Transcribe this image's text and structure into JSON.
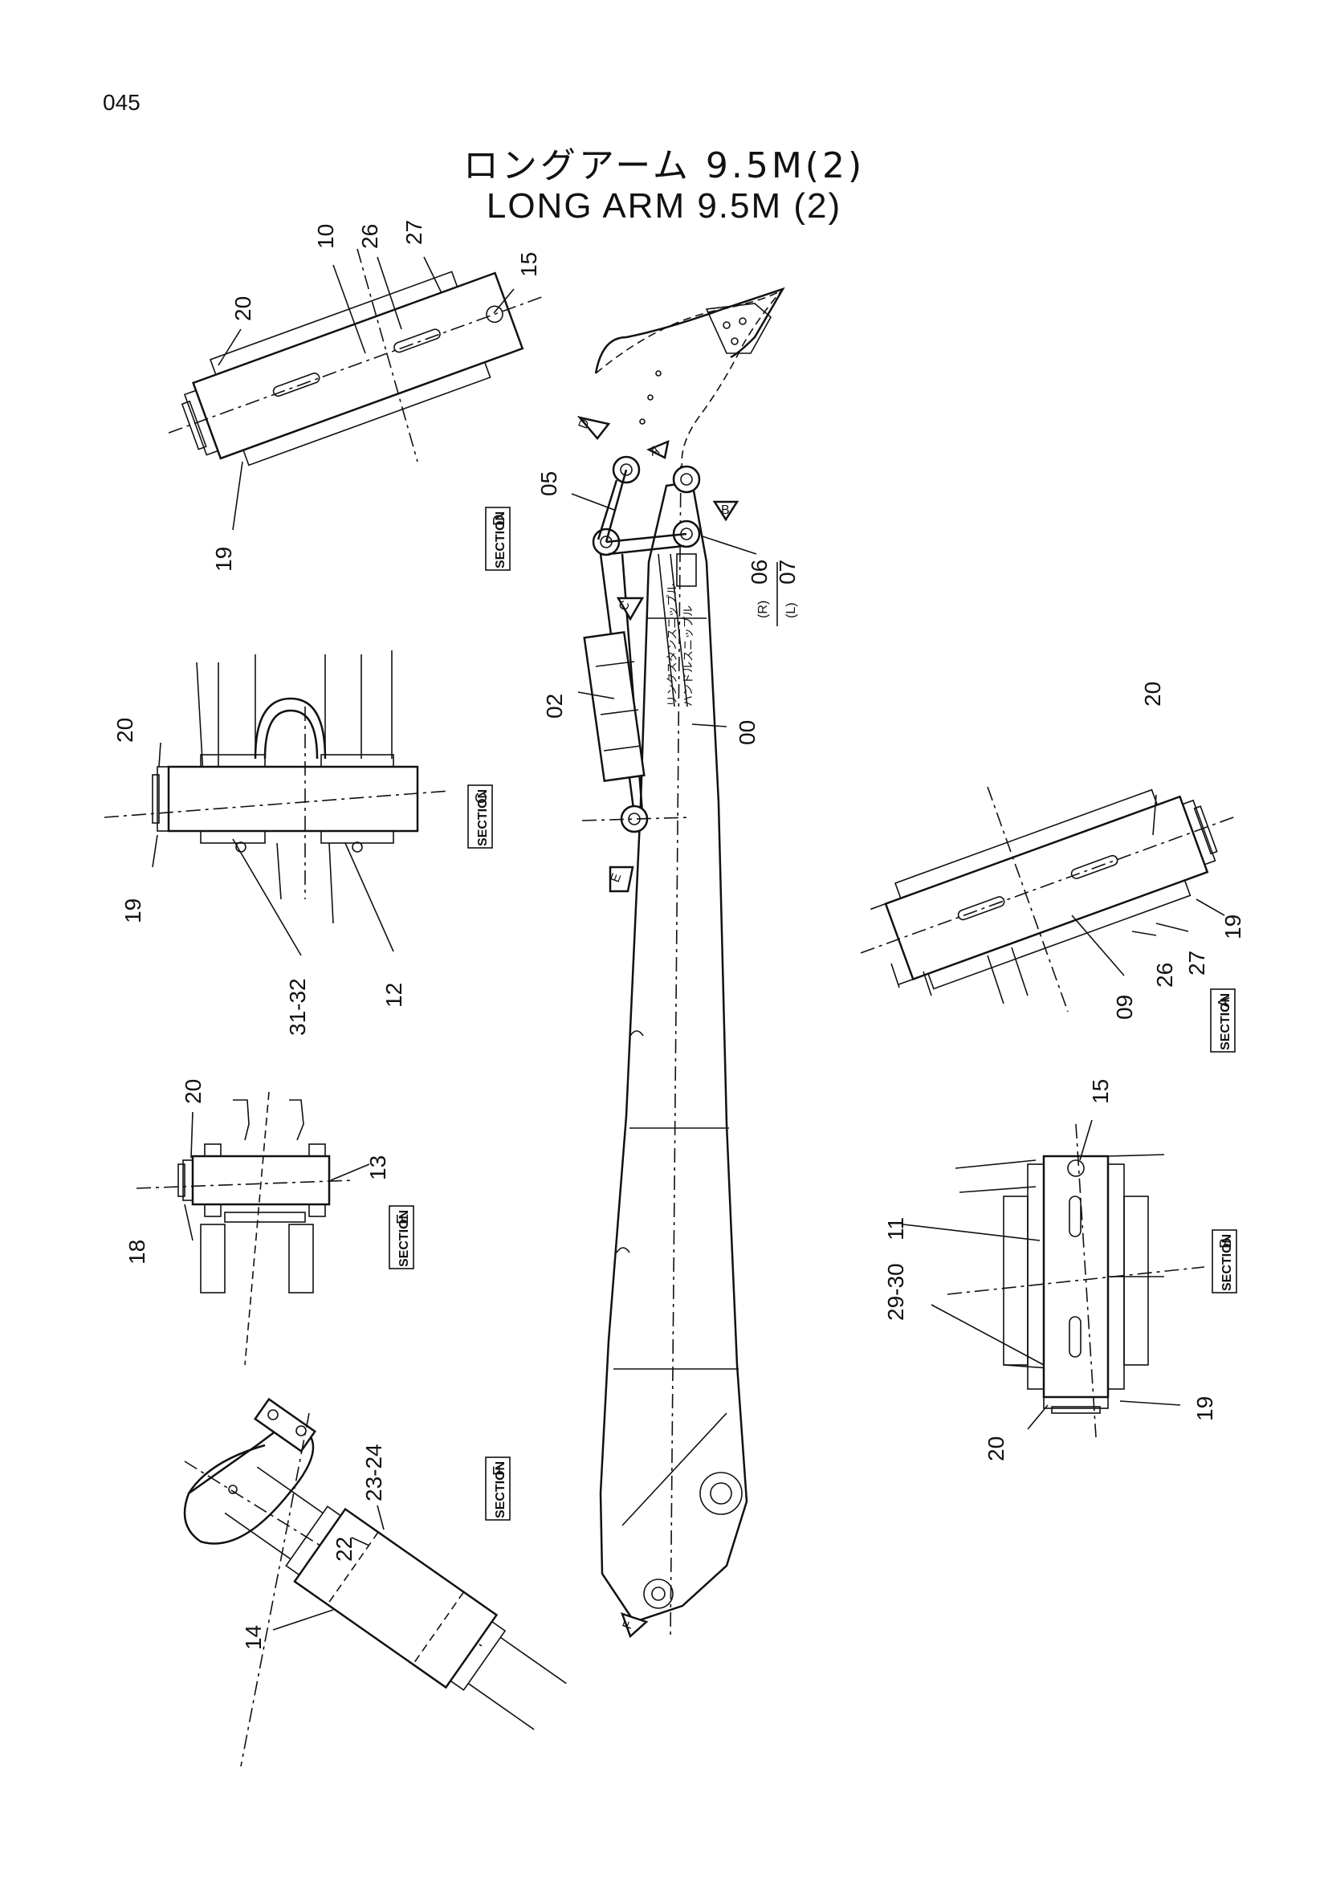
{
  "page": {
    "number": "045"
  },
  "title": {
    "japanese": "ロングアーム 9.5M(2)",
    "english": "LONG  ARM  9.5M (2)"
  },
  "section_tag_prefix": "SECTION",
  "sections": [
    {
      "id": "D",
      "part_labels": [
        "10",
        "26",
        "27",
        "15",
        "20",
        "19"
      ]
    },
    {
      "id": "C",
      "part_labels": [
        "20",
        "19",
        "31-32",
        "12"
      ]
    },
    {
      "id": "E",
      "part_labels": [
        "20",
        "13",
        "18"
      ]
    },
    {
      "id": "F",
      "part_labels": [
        "23-24",
        "22",
        "14"
      ]
    },
    {
      "id": "A",
      "part_labels": [
        "20",
        "19",
        "27",
        "26",
        "09"
      ]
    },
    {
      "id": "B",
      "part_labels": [
        "15",
        "11",
        "29-30",
        "20",
        "19"
      ]
    }
  ],
  "main_view": {
    "part_labels": [
      "05",
      "06",
      "07",
      "02",
      "00"
    ],
    "side_marks": {
      "right": "(R)",
      "left": "(L)"
    },
    "view_arrows": [
      "A",
      "B",
      "C",
      "D",
      "E",
      "F"
    ]
  }
}
